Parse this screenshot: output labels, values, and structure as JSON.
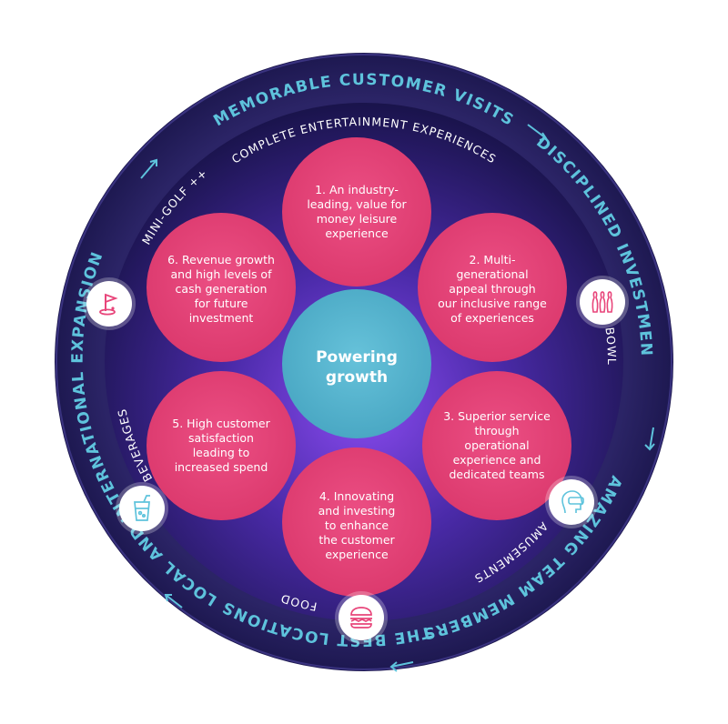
{
  "outer_ring": {
    "top": "MEMORABLE CUSTOMER VISITS",
    "right": "DISCIPLINED INVESTMENT",
    "bottom_right": "AMAZING TEAM MEMBERS",
    "bottom": "THE BEST LOCATIONS",
    "left": "LOCAL AND INTERNATIONAL EXPANSION"
  },
  "inner_ring": {
    "top": "COMPLETE ENTERTAINMENT EXPERIENCES",
    "mini_golf": "MINI-GOLF ++",
    "bowling": "BOWLING",
    "amusements": "AMUSEMENTS",
    "food": "FOOD",
    "beverages": "BEVERAGES"
  },
  "center": {
    "line1": "Powering",
    "line2": "growth"
  },
  "petals": [
    {
      "lines": [
        "1. An industry-",
        "leading, value for",
        "money leisure",
        "experience"
      ]
    },
    {
      "lines": [
        "2. Multi-",
        "generational",
        "appeal through",
        "our inclusive range",
        "of experiences"
      ]
    },
    {
      "lines": [
        "3. Superior service",
        "through",
        "operational",
        "experience and",
        "dedicated teams"
      ]
    },
    {
      "lines": [
        "4. Innovating",
        "and investing",
        "to enhance",
        "the customer",
        "experience"
      ]
    },
    {
      "lines": [
        "5. High customer",
        "satisfaction",
        "leading to",
        "increased spend"
      ]
    },
    {
      "lines": [
        "6. Revenue growth",
        "and high levels of",
        "cash generation",
        "for future",
        "investment"
      ]
    }
  ],
  "icons": {
    "mini_golf": "golf-flag-icon",
    "bowling": "bowling-pins-icon",
    "amusements": "vr-headset-icon",
    "food": "burger-icon",
    "beverages": "drink-icon"
  },
  "colors": {
    "outer_ring": "#2a2466",
    "ring_text": "#5ec3dc",
    "inner_dark": "#1a1550",
    "inner_glow": "#7a3fe0",
    "petal": "#e8457a",
    "center": "#5ab6d0",
    "arrow": "#5ec3dc"
  }
}
